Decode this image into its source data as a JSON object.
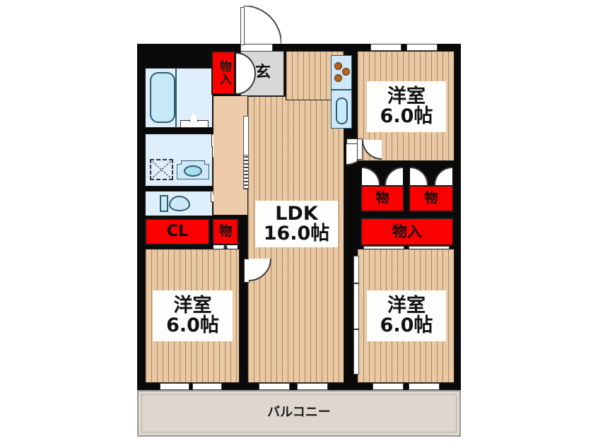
{
  "plan": {
    "type": "japanese-apartment-floorplan",
    "layout_code": "3LDK",
    "background_color": "#ffffff",
    "wall_color": "#0a0a0a",
    "storage_color": "#fb0000",
    "wood_floor_color": "#e9c9a4",
    "wet_area_color": "#dfeefb",
    "genkan_color": "#d8d8d8",
    "balcony_color": "#ddd7cd"
  },
  "rooms": {
    "ldk": {
      "name": "LDK",
      "size": "16.0帖"
    },
    "washitsu_top_right": {
      "name": "洋室",
      "size": "6.0帖"
    },
    "washitsu_bottom_left": {
      "name": "洋室",
      "size": "6.0帖"
    },
    "washitsu_bottom_right": {
      "name": "洋室",
      "size": "6.0帖"
    },
    "balcony": {
      "name": "バルコニー"
    },
    "genkan": {
      "name": "玄"
    }
  },
  "storage": {
    "entrance_closet": "物入",
    "hall_closet": "CL",
    "hall_small": "物",
    "bedroom_left_small": "物",
    "bedroom_right_small": "物",
    "center_closet": "物入"
  },
  "fixtures": {
    "bathtub": "bathtub",
    "washing_machine": "washing-machine-space",
    "washbasin": "washbasin",
    "toilet": "toilet",
    "kitchen_sink": "kitchen-sink",
    "stove_burners": 3
  }
}
